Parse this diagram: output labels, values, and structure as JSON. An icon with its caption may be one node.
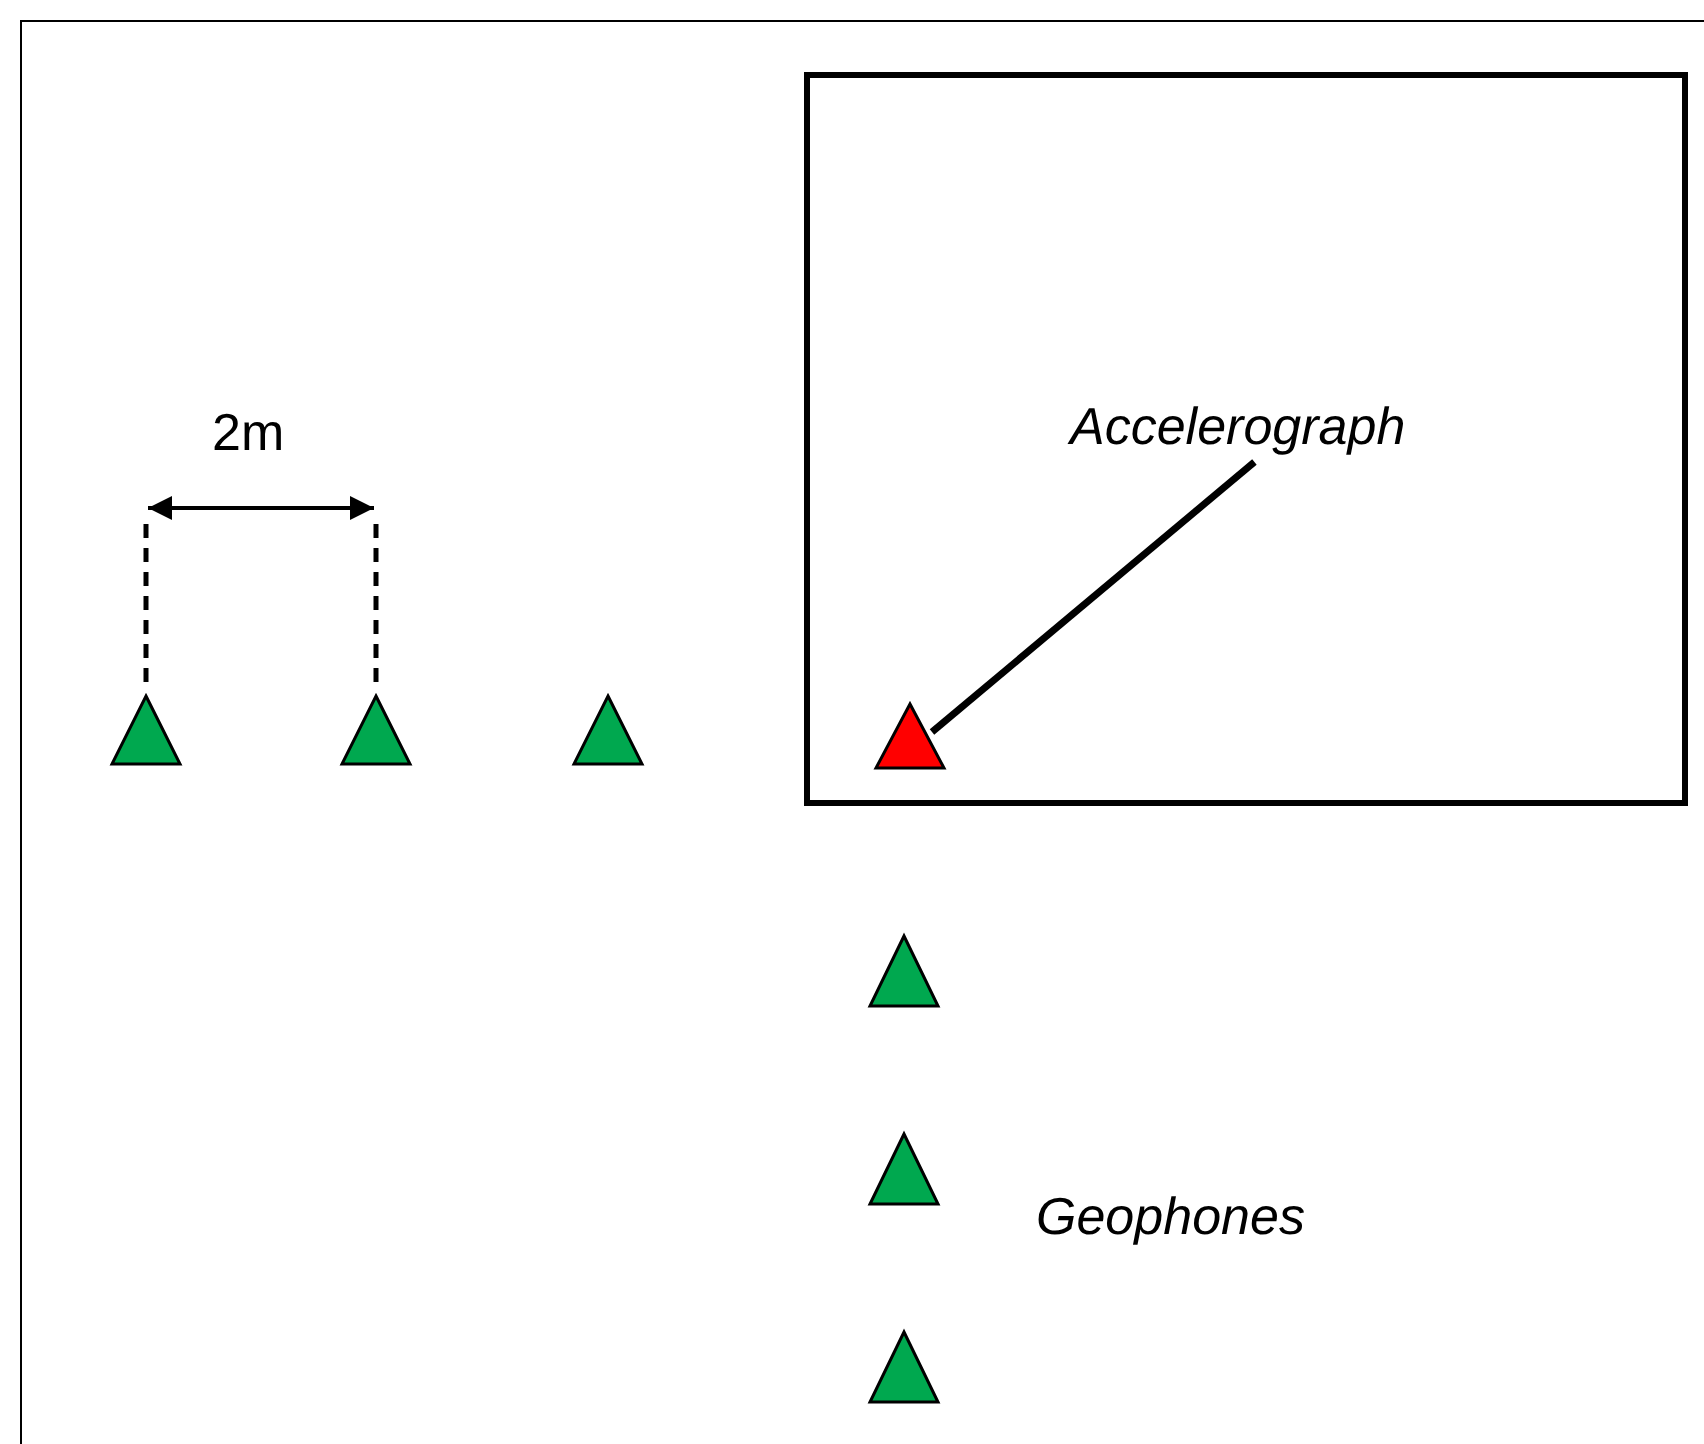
{
  "diagram": {
    "nodes": [
      {
        "text": [],
        "shape": "box"
      },
      {
        "text": [
          "Accelerograph"
        ],
        "in": 0
      },
      {
        "text": [],
        "shape": "triangle",
        "in": 0
      }
    ],
    "edges": [
      {
        "from": 1,
        "to": 2,
        "arrow": "none"
      }
    ],
    "labels": [
      "2m",
      "Geophones"
    ]
  }
}
